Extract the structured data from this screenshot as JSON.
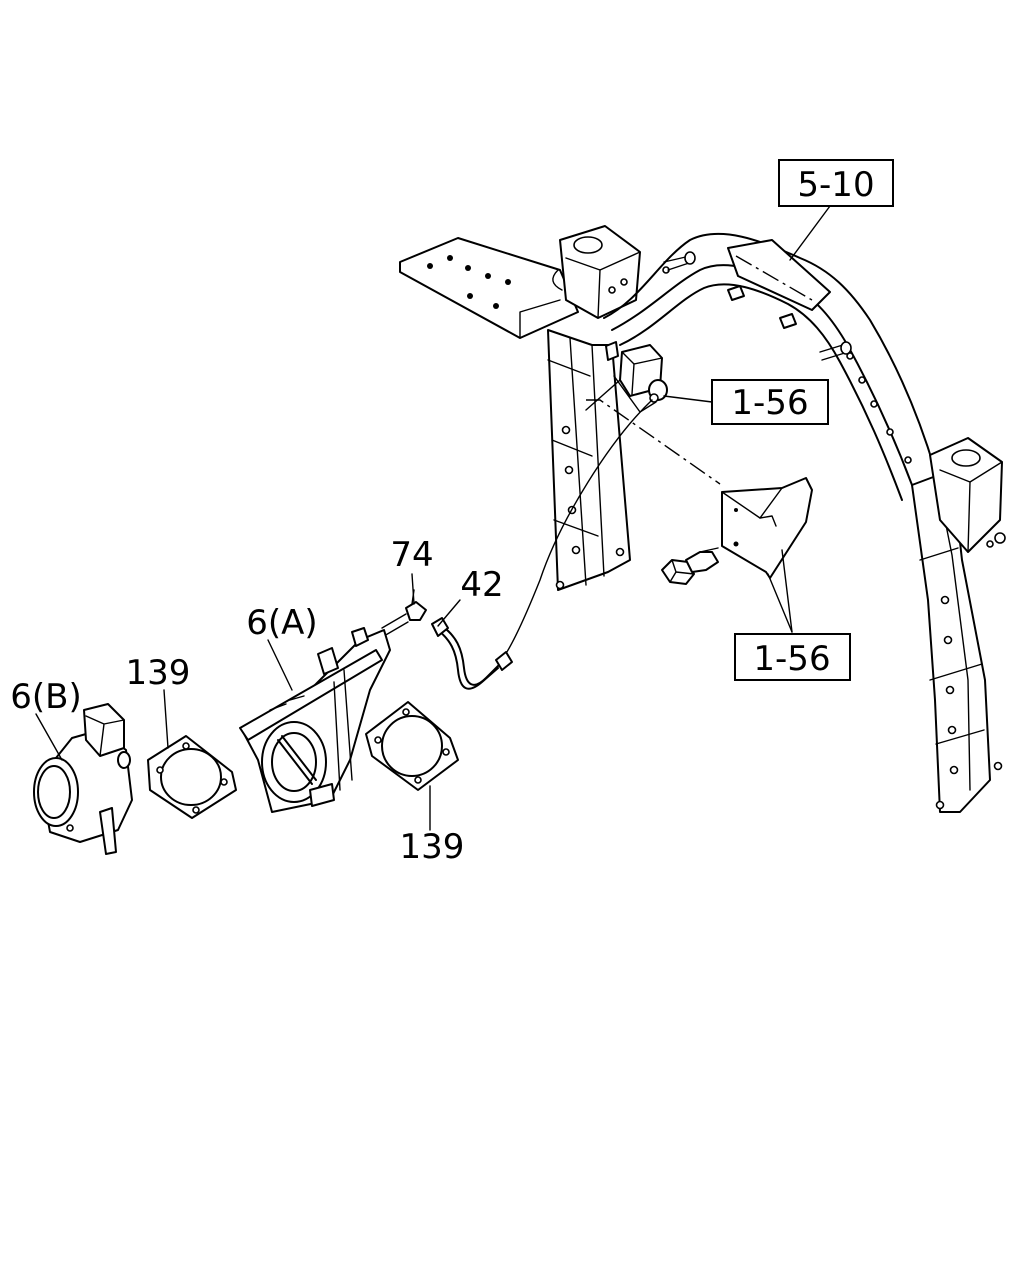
{
  "callouts": {
    "ref_5_10": "5-10",
    "ref_1_56_upper": "1-56",
    "ref_1_56_lower": "1-56",
    "part_74": "74",
    "part_42": "42",
    "part_6a": "6(A)",
    "part_6b": "6(B)",
    "part_139_left": "139",
    "part_139_right": "139"
  }
}
